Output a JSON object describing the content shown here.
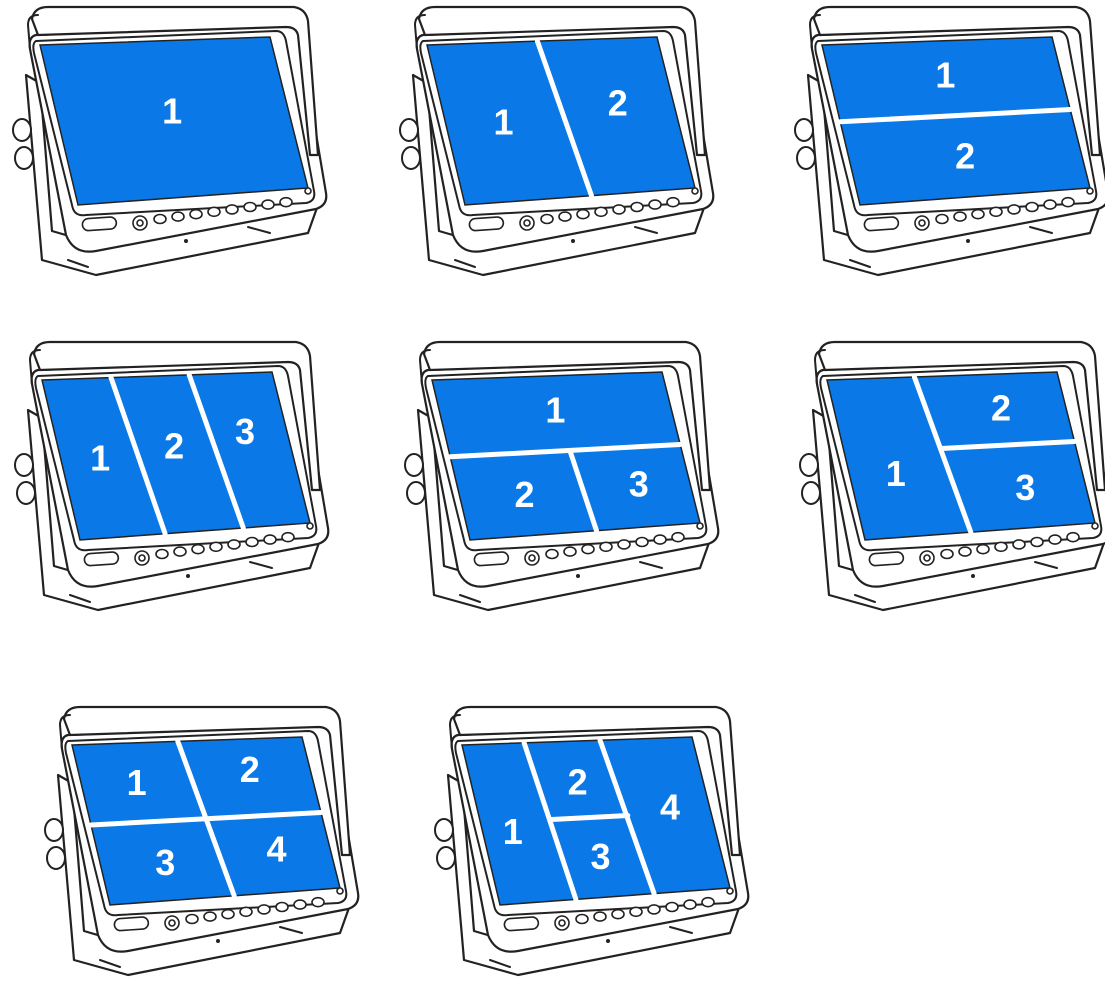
{
  "colors": {
    "screen": "#0a78e6",
    "divider": "#ffffff",
    "outline": "#222222"
  },
  "icons": [
    "monitor-icon",
    "knob-icon",
    "button-icon"
  ],
  "layouts": [
    {
      "id": "single",
      "labels": [
        "1"
      ]
    },
    {
      "id": "split-vertical-2",
      "labels": [
        "1",
        "2"
      ]
    },
    {
      "id": "split-horizontal-2",
      "labels": [
        "1",
        "2"
      ]
    },
    {
      "id": "split-vertical-3",
      "labels": [
        "1",
        "2",
        "3"
      ]
    },
    {
      "id": "top-one-bottom-two",
      "labels": [
        "1",
        "2",
        "3"
      ]
    },
    {
      "id": "left-one-right-two",
      "labels": [
        "1",
        "2",
        "3"
      ]
    },
    {
      "id": "quad",
      "labels": [
        "1",
        "2",
        "3",
        "4"
      ]
    },
    {
      "id": "left-middle-stack-right",
      "labels": [
        "1",
        "2",
        "3",
        "4"
      ]
    }
  ]
}
